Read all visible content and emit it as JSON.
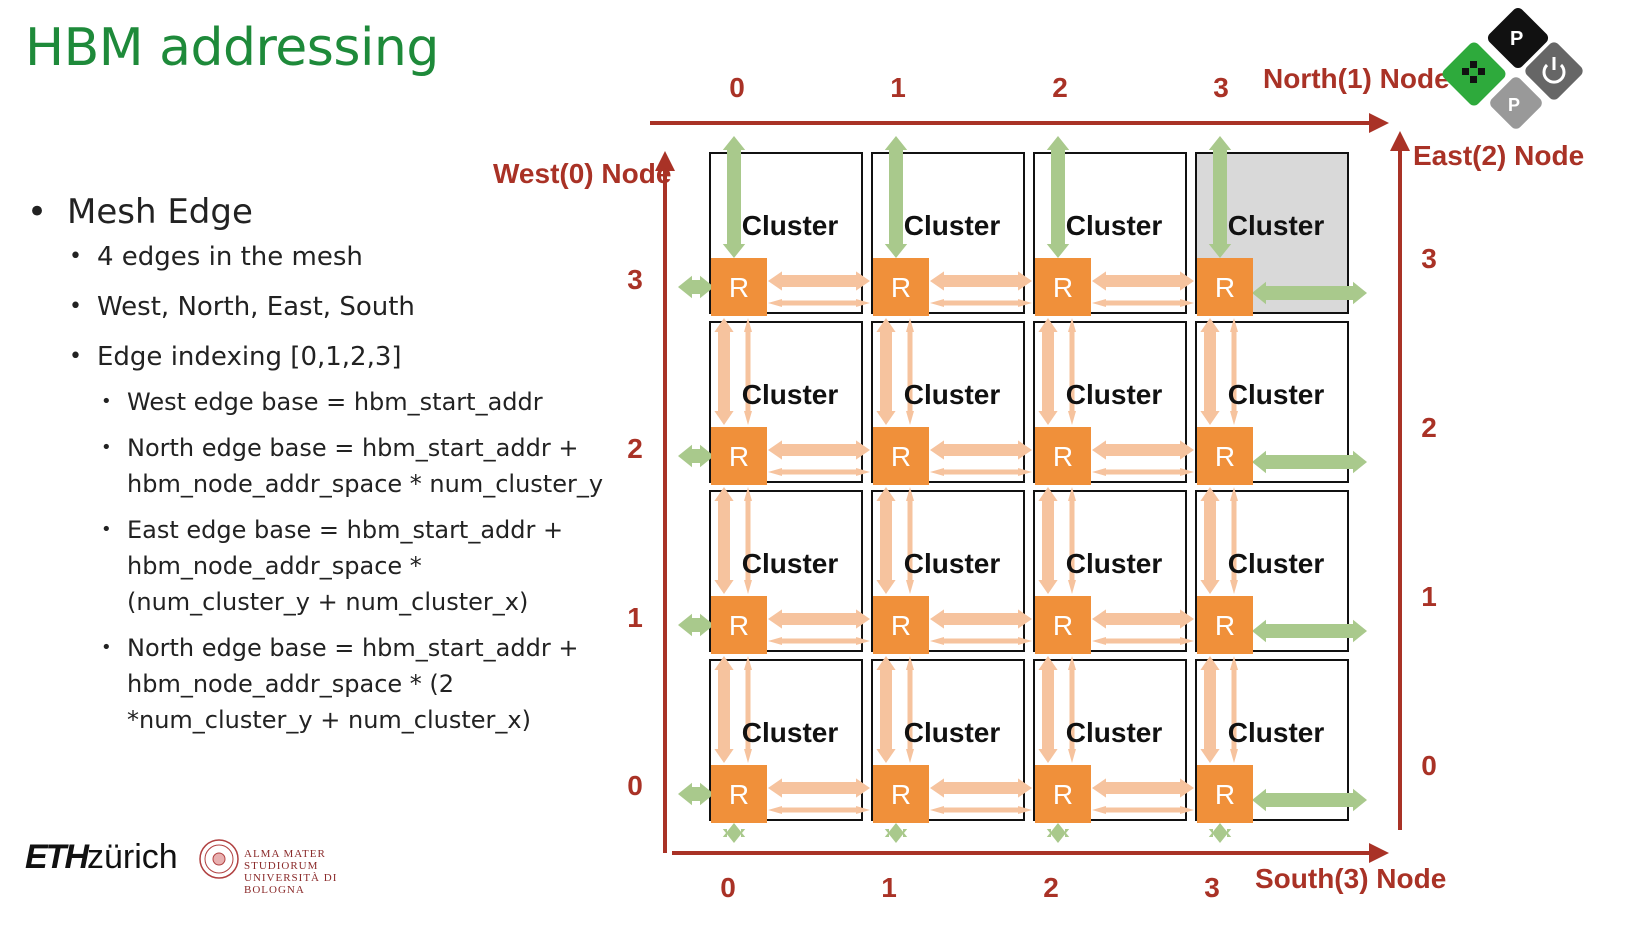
{
  "title": "HBM addressing",
  "bullets": {
    "level1": "Mesh Edge",
    "level2": [
      "4 edges in the mesh",
      "West, North, East, South",
      "Edge indexing [0,1,2,3]"
    ],
    "level3": [
      "West edge base = hbm_start_addr",
      "North edge base = hbm_start_addr + hbm_node_addr_space * num_cluster_y",
      "East edge base = hbm_start_addr + hbm_node_addr_space * (num_cluster_y + num_cluster_x)",
      "North edge base = hbm_start_addr + hbm_node_addr_space * (2 *num_cluster_y + num_cluster_x)"
    ]
  },
  "diagram": {
    "edges": {
      "west": "West(0) Node",
      "north": "North(1) Node",
      "east": "East(2) Node",
      "south": "South(3) Node"
    },
    "north_indices": [
      "0",
      "1",
      "2",
      "3"
    ],
    "south_indices": [
      "0",
      "1",
      "2",
      "3"
    ],
    "west_indices": [
      "3",
      "2",
      "1",
      "0"
    ],
    "east_indices": [
      "3",
      "2",
      "1",
      "0"
    ],
    "cluster_label": "Cluster",
    "router_label": "R",
    "highlighted_cluster": {
      "row": 0,
      "col": 3
    }
  },
  "colors": {
    "title": "#1e8a3a",
    "edge_red": "#a93226",
    "router": "#f0903a",
    "link_orange": "#f6c39e",
    "link_green": "#a9c98c",
    "highlight": "#d9d9d9"
  },
  "footer": {
    "eth_bold": "ETH",
    "eth_rest": "zürich",
    "unibo_line1": "ALMA MATER STUDIORUM",
    "unibo_line2": "UNIVERSITÀ DI BOLOGNA"
  },
  "logo": {
    "top_letter": "P",
    "bottom_letter": "P",
    "power_icon": "power-icon"
  }
}
